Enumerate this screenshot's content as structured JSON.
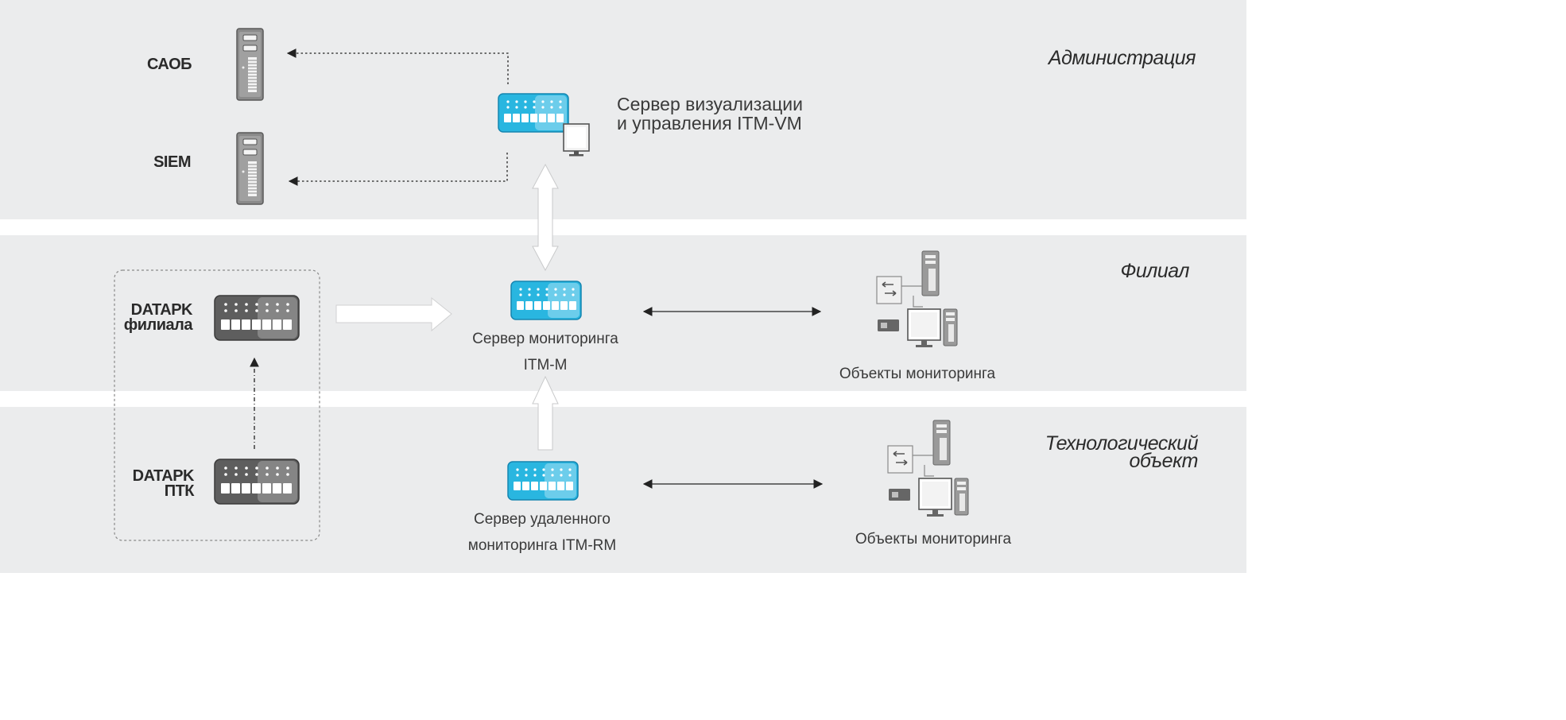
{
  "zones": {
    "admin": "Администрация",
    "branch": "Филиал",
    "tech_line1": "Технологический",
    "tech_line2": "объект"
  },
  "servers": {
    "saob": "САОБ",
    "siem": "SIEM"
  },
  "itm_vm": {
    "line1": "Сервер визуализации",
    "line2": "и управления ITM-VM"
  },
  "itm_m": {
    "line1": "Сервер мониторинга",
    "line2": "ITM-M"
  },
  "itm_rm": {
    "line1": "Сервер удаленного",
    "line2": "мониторинга ITM-RM"
  },
  "datapk_branch": {
    "line1": "DATAPK",
    "line2": "филиала"
  },
  "datapk_ptk": {
    "line1": "DATAPK",
    "line2": "ПТК"
  },
  "objects_branch": "Объекты мониторинга",
  "objects_tech": "Объекты мониторинга",
  "colors": {
    "band": "#ebeced",
    "device_blue": "#29b6e0",
    "device_gray": "#5e5e5e",
    "server_gray": "#8a8a8a"
  }
}
